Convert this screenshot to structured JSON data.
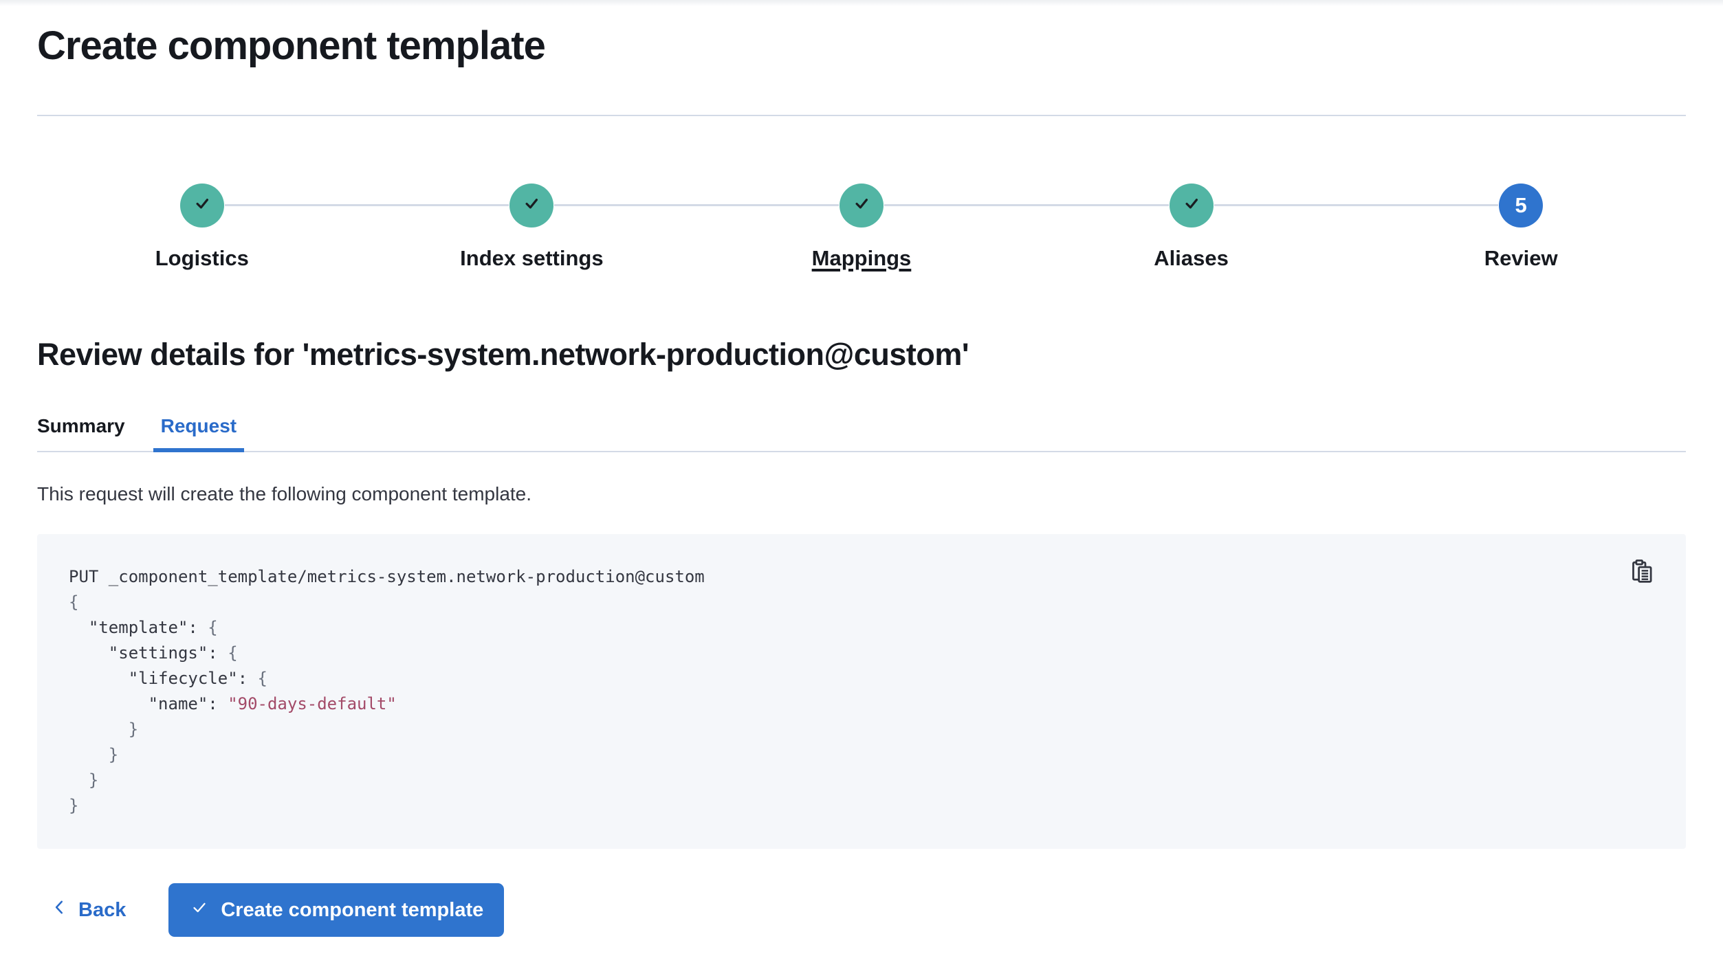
{
  "page": {
    "title": "Create component template"
  },
  "steps": {
    "items": [
      {
        "label": "Logistics",
        "status": "complete"
      },
      {
        "label": "Index settings",
        "status": "complete"
      },
      {
        "label": "Mappings",
        "status": "complete",
        "hovered": true
      },
      {
        "label": "Aliases",
        "status": "complete"
      },
      {
        "label": "Review",
        "status": "current",
        "number": "5"
      }
    ]
  },
  "review": {
    "heading": "Review details for 'metrics-system.network-production@custom'",
    "tabs": [
      {
        "label": "Summary",
        "selected": false
      },
      {
        "label": "Request",
        "selected": true
      }
    ],
    "description": "This request will create the following component template."
  },
  "code_block": {
    "copy_icon": "copy-clipboard-icon",
    "lines": [
      [
        {
          "c": "d",
          "t": "PUT _component_template/metrics-system.network-production@custom"
        }
      ],
      [
        {
          "c": "p",
          "t": "{"
        }
      ],
      [
        {
          "c": "d",
          "t": "  \"template\": "
        },
        {
          "c": "p",
          "t": "{"
        }
      ],
      [
        {
          "c": "d",
          "t": "    \"settings\": "
        },
        {
          "c": "p",
          "t": "{"
        }
      ],
      [
        {
          "c": "d",
          "t": "      \"lifecycle\": "
        },
        {
          "c": "p",
          "t": "{"
        }
      ],
      [
        {
          "c": "d",
          "t": "        \"name\": "
        },
        {
          "c": "s",
          "t": "\"90-days-default\""
        }
      ],
      [
        {
          "c": "p",
          "t": "      }"
        }
      ],
      [
        {
          "c": "p",
          "t": "    }"
        }
      ],
      [
        {
          "c": "p",
          "t": "  }"
        }
      ],
      [
        {
          "c": "p",
          "t": "}"
        }
      ]
    ]
  },
  "actions": {
    "back_label": "Back",
    "submit_label": "Create component template"
  },
  "colors": {
    "primary_fill": "#2F74CE",
    "link_text": "#2A6BC9",
    "success_teal": "#52B5A4",
    "step_check": "#1A1D21",
    "code_background": "#F5F7FA",
    "code_text": "#343741",
    "code_punctuation": "#69707D",
    "code_string": "#A34A68",
    "divider": "#D3DAE6",
    "heading_text": "#16191F"
  }
}
